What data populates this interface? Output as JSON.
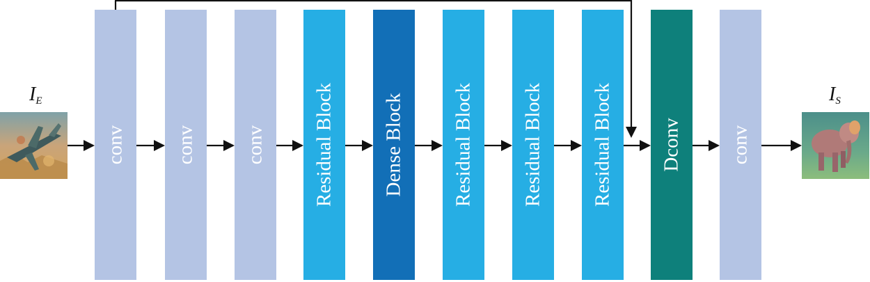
{
  "input": {
    "label": "I",
    "subscript": "E"
  },
  "output": {
    "label": "I",
    "subscript": "S"
  },
  "colors": {
    "conv": "#b4c4e4",
    "residual": "#26aee4",
    "dense": "#126fb7",
    "dconv": "#0e807b",
    "arrow": "#111111"
  },
  "blocks": [
    {
      "label": "conv",
      "type": "conv"
    },
    {
      "label": "conv",
      "type": "conv"
    },
    {
      "label": "conv",
      "type": "conv"
    },
    {
      "label": "Residual Block",
      "type": "residual"
    },
    {
      "label": "Dense Block",
      "type": "dense"
    },
    {
      "label": "Residual Block",
      "type": "residual"
    },
    {
      "label": "Residual Block",
      "type": "residual"
    },
    {
      "label": "Residual Block",
      "type": "residual"
    },
    {
      "label": "Dconv",
      "type": "dconv"
    },
    {
      "label": "conv",
      "type": "conv"
    }
  ]
}
